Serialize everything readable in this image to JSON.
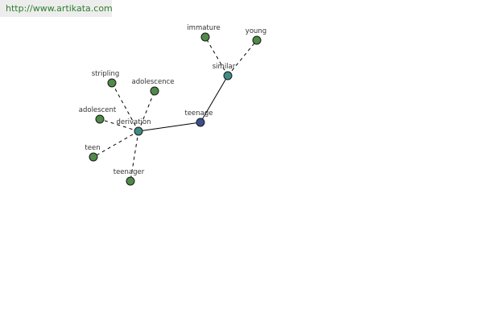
{
  "header": {
    "url_text": "http://www.artikata.com"
  },
  "graph": {
    "colors": {
      "center": "#3a4f8c",
      "hub": "#3f8c85",
      "leaf": "#4f8a48"
    },
    "nodes": [
      {
        "id": "teenage",
        "label": "teenage",
        "kind": "center"
      },
      {
        "id": "similar",
        "label": "similar",
        "kind": "hub"
      },
      {
        "id": "derivation",
        "label": "derivation",
        "kind": "hub"
      },
      {
        "id": "immature",
        "label": "immature",
        "kind": "leaf"
      },
      {
        "id": "young",
        "label": "young",
        "kind": "leaf"
      },
      {
        "id": "stripling",
        "label": "stripling",
        "kind": "leaf"
      },
      {
        "id": "adolescence",
        "label": "adolescence",
        "kind": "leaf"
      },
      {
        "id": "adolescent",
        "label": "adolescent",
        "kind": "leaf"
      },
      {
        "id": "teen",
        "label": "teen",
        "kind": "leaf"
      },
      {
        "id": "teenager",
        "label": "teenager",
        "kind": "leaf"
      }
    ],
    "edges": [
      {
        "from": "teenage",
        "to": "similar",
        "style": "solid"
      },
      {
        "from": "teenage",
        "to": "derivation",
        "style": "solid"
      },
      {
        "from": "similar",
        "to": "immature",
        "style": "dashed"
      },
      {
        "from": "similar",
        "to": "young",
        "style": "dashed"
      },
      {
        "from": "derivation",
        "to": "stripling",
        "style": "dashed"
      },
      {
        "from": "derivation",
        "to": "adolescence",
        "style": "dashed"
      },
      {
        "from": "derivation",
        "to": "adolescent",
        "style": "dashed"
      },
      {
        "from": "derivation",
        "to": "teen",
        "style": "dashed"
      },
      {
        "from": "derivation",
        "to": "teenager",
        "style": "dashed"
      }
    ]
  }
}
